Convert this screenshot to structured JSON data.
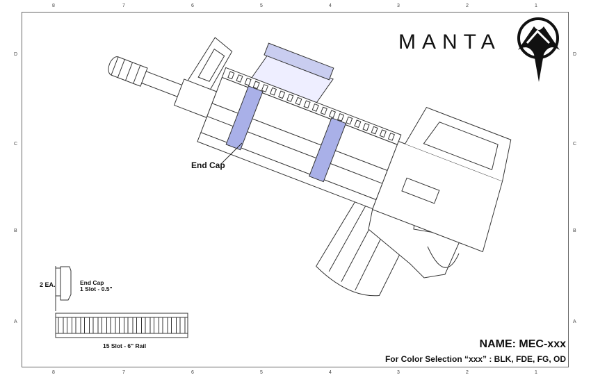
{
  "zones": {
    "columns": [
      "8",
      "7",
      "6",
      "5",
      "4",
      "3",
      "2",
      "1"
    ],
    "rows": [
      "D",
      "C",
      "B",
      "A"
    ]
  },
  "logo": {
    "text": "MANTA"
  },
  "callout": {
    "end_cap": "End Cap"
  },
  "parts": {
    "quantity": "2 EA.",
    "end_cap_title": "End Cap",
    "end_cap_desc": "1 Slot - 0.5\"",
    "rail_label": "15 Slot - 6\" Rail"
  },
  "title_block": {
    "name": "NAME: MEC-xxx",
    "colors": "For Color Selection “xxx” : BLK, FDE, FG, OD"
  },
  "colors": {
    "accent": "#a9b0e8",
    "line": "#333333"
  }
}
